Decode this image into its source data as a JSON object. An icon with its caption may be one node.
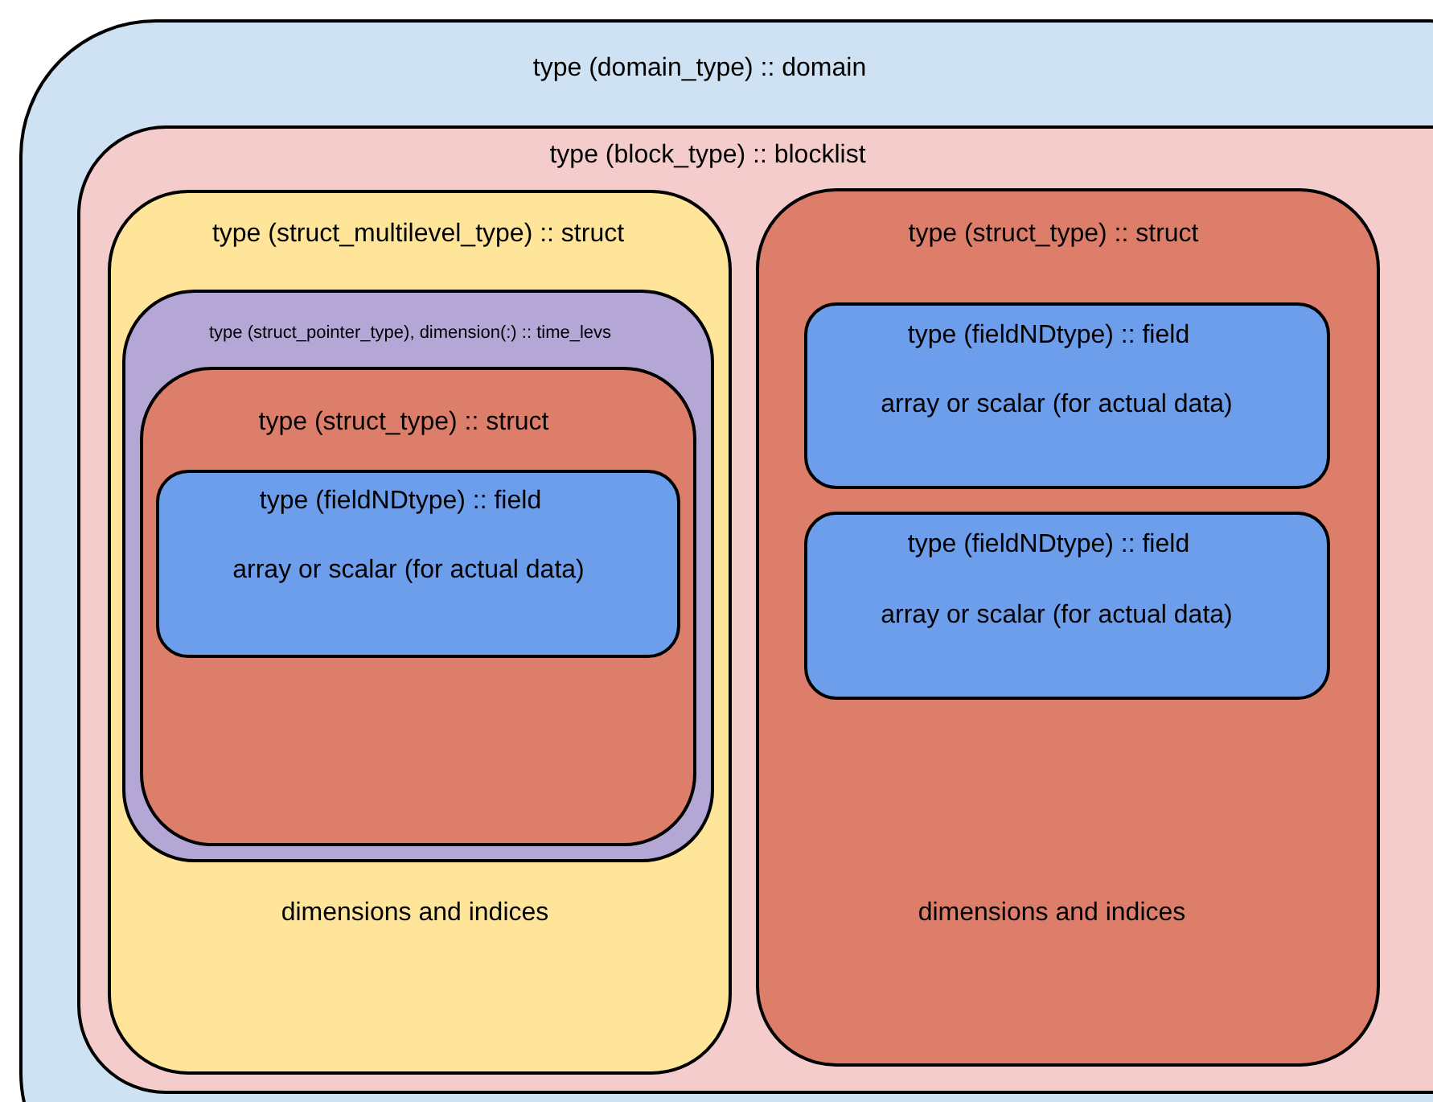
{
  "diagram": {
    "nodes": [
      {
        "text": [
          "type (domain_type) :: domain"
        ]
      },
      {
        "text": [
          "type (block_type) :: blocklist"
        ],
        "in": 0
      },
      {
        "text": [
          "type (struct_multilevel_type) :: struct",
          "dimensions and indices"
        ],
        "in": 1
      },
      {
        "text": [
          "type (struct_pointer_type), dimension(:) :: time_levs"
        ],
        "in": 2
      },
      {
        "text": [
          "type (struct_type) :: struct"
        ],
        "in": 3
      },
      {
        "text": [
          "type (fieldNDtype) :: field",
          "array or scalar (for actual data)"
        ],
        "in": 4
      },
      {
        "text": [
          "type (struct_type) :: struct",
          "dimensions and indices"
        ],
        "in": 1
      },
      {
        "text": [
          "type (fieldNDtype) :: field",
          "array or scalar (for actual data)"
        ],
        "in": 6
      },
      {
        "text": [
          "type (fieldNDtype) :: field",
          "array or scalar (for actual data)"
        ],
        "in": 6
      }
    ]
  }
}
